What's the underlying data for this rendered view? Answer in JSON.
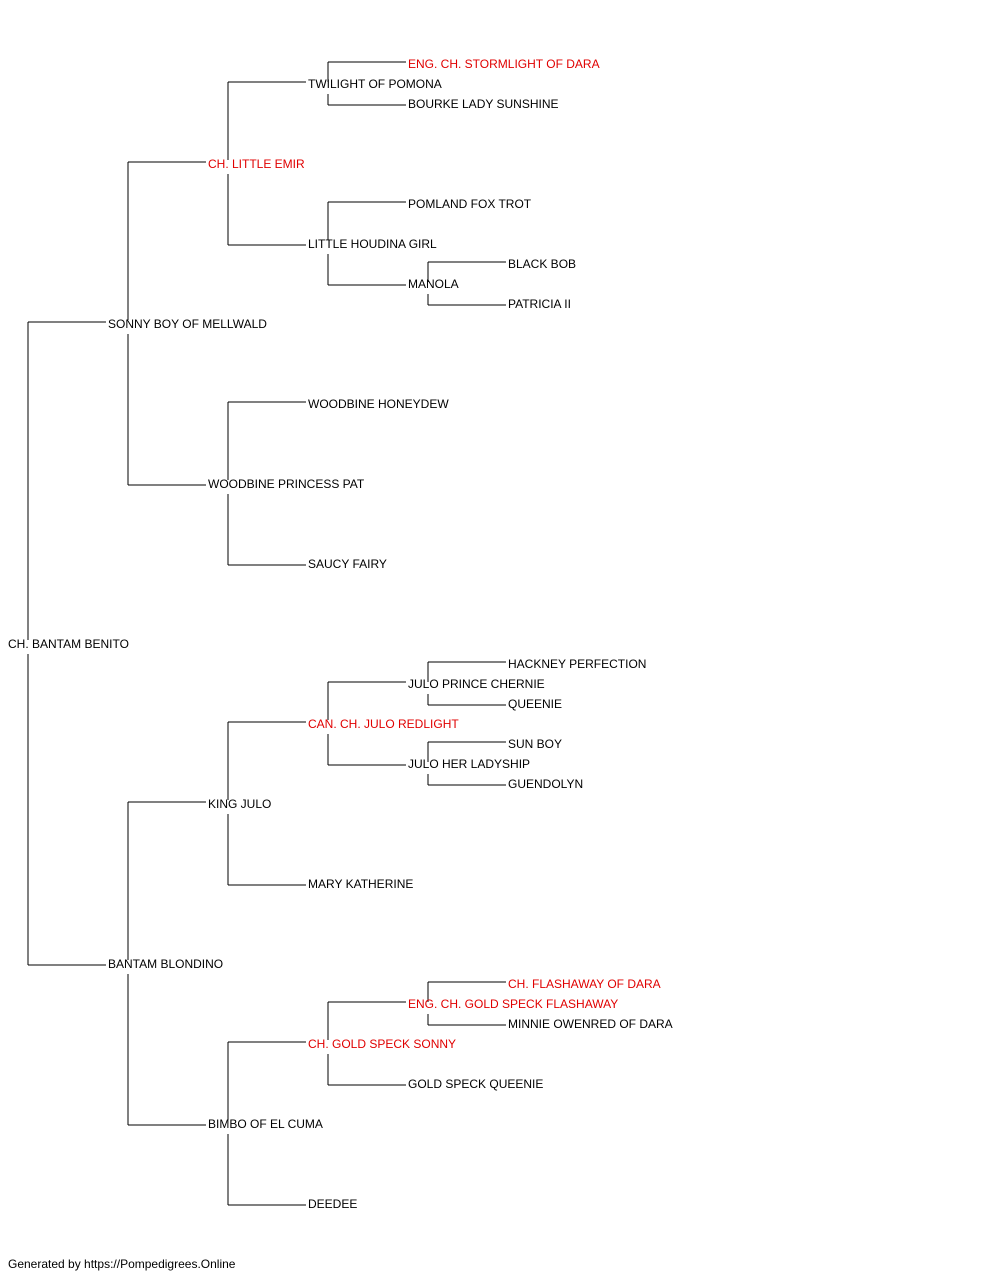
{
  "colors": {
    "champion": "#e00000",
    "normal": "#000000",
    "line": "#000000"
  },
  "pedigree": {
    "name": "CH. BANTAM BENITO",
    "champion": false,
    "sire": {
      "name": "SONNY BOY OF MELLWALD",
      "champion": false,
      "sire": {
        "name": "CH. LITTLE EMIR",
        "champion": true,
        "sire": {
          "name": "TWILIGHT OF POMONA",
          "champion": false,
          "sire": {
            "name": "ENG. CH. STORMLIGHT OF DARA",
            "champion": true
          },
          "dam": {
            "name": "BOURKE LADY SUNSHINE",
            "champion": false
          }
        },
        "dam": {
          "name": "LITTLE HOUDINA GIRL",
          "champion": false,
          "sire": {
            "name": "POMLAND FOX TROT",
            "champion": false
          },
          "dam": {
            "name": "MANOLA",
            "champion": false,
            "sire": {
              "name": "BLACK BOB",
              "champion": false
            },
            "dam": {
              "name": "PATRICIA II",
              "champion": false
            }
          }
        }
      },
      "dam": {
        "name": "WOODBINE PRINCESS PAT",
        "champion": false,
        "sire": {
          "name": "WOODBINE HONEYDEW",
          "champion": false
        },
        "dam": {
          "name": "SAUCY FAIRY",
          "champion": false
        }
      }
    },
    "dam": {
      "name": "BANTAM BLONDINO",
      "champion": false,
      "sire": {
        "name": "KING JULO",
        "champion": false,
        "sire": {
          "name": "CAN. CH. JULO REDLIGHT",
          "champion": true,
          "sire": {
            "name": "JULO PRINCE CHERNIE",
            "champion": false,
            "sire": {
              "name": "HACKNEY PERFECTION",
              "champion": false
            },
            "dam": {
              "name": "QUEENIE",
              "champion": false
            }
          },
          "dam": {
            "name": "JULO HER LADYSHIP",
            "champion": false,
            "sire": {
              "name": "SUN BOY",
              "champion": false
            },
            "dam": {
              "name": "GUENDOLYN",
              "champion": false
            }
          }
        },
        "dam": {
          "name": "MARY KATHERINE",
          "champion": false
        }
      },
      "dam": {
        "name": "BIMBO OF EL CUMA",
        "champion": false,
        "sire": {
          "name": "CH. GOLD SPECK SONNY",
          "champion": true,
          "sire": {
            "name": "ENG. CH. GOLD SPECK FLASHAWAY",
            "champion": true,
            "sire": {
              "name": "CH. FLASHAWAY OF DARA",
              "champion": true
            },
            "dam": {
              "name": "MINNIE OWENRED OF DARA",
              "champion": false
            }
          },
          "dam": {
            "name": "GOLD SPECK QUEENIE",
            "champion": false
          }
        },
        "dam": {
          "name": "DEEDEE",
          "champion": false
        }
      }
    }
  },
  "footer": "Generated by https://Pompedigrees.Online"
}
